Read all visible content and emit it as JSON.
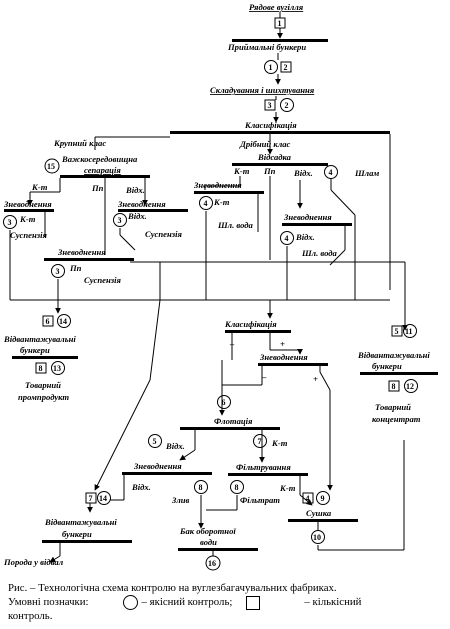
{
  "operations": {
    "raw_coal": "Рядове вугілля",
    "receiving_bunkers": "Приймальні бункери",
    "storage_blending": "Складування і шихтування",
    "classification_1": "Класифікація",
    "large_class": "Крупний клас",
    "fine_class": "Дрібний клас",
    "sludge": "Шлам",
    "heavy_media": "Важкосередовищна",
    "heavy_media_2": "сепарація",
    "jigging": "Відсадка",
    "dewatering": "Зневоднення",
    "conc": "К-т",
    "middlings": "Пп",
    "tailings": "Відх.",
    "suspension": "Суспензія",
    "sludge_water": "Шл. вода",
    "shipping_bunkers": "Відвантажувальні",
    "bunkers": "бункери",
    "commercial_middlings_1": "Товарний",
    "commercial_middlings_2": "промпродукт",
    "commercial_conc_1": "Товарний",
    "commercial_conc_2": "концентрат",
    "classification_2": "Класифікація",
    "minus": "–",
    "plus": "+",
    "flotation": "Флотація",
    "filtration": "Фільтрування",
    "drain": "Злив",
    "filtrate": "Фільтрат",
    "drying": "Сушка",
    "recycle_tank_1": "Бак оборотної",
    "recycle_tank_2": "води",
    "rock_to_dump": "Порода у відвал"
  },
  "nodes": {
    "n1": "1",
    "n1b": "1",
    "n2": "2",
    "n3": "3",
    "n2b": "2",
    "n15": "15",
    "n3a": "3",
    "n3b": "3",
    "n4a": "4",
    "n4b": "4",
    "n4c": "4",
    "n3c": "3",
    "n6": "6",
    "n14": "14",
    "n8": "8",
    "n13": "13",
    "n5": "5",
    "n11": "11",
    "n8b": "8",
    "n12": "12",
    "n6b": "6",
    "n5b": "5",
    "n7": "7",
    "n8c": "8",
    "n8d": "8",
    "n7b": "7",
    "n14b": "14",
    "n4d": "4",
    "n9": "9",
    "n10": "10",
    "n16": "16"
  },
  "caption": {
    "line1": "Рис.   – Технологічна схема контролю на вуглезбагачувальних фабриках.",
    "legend_label": "Умовні позначки:",
    "quality": "– якісний контроль;",
    "quantity": "– кількісний",
    "line3": "контроль."
  }
}
